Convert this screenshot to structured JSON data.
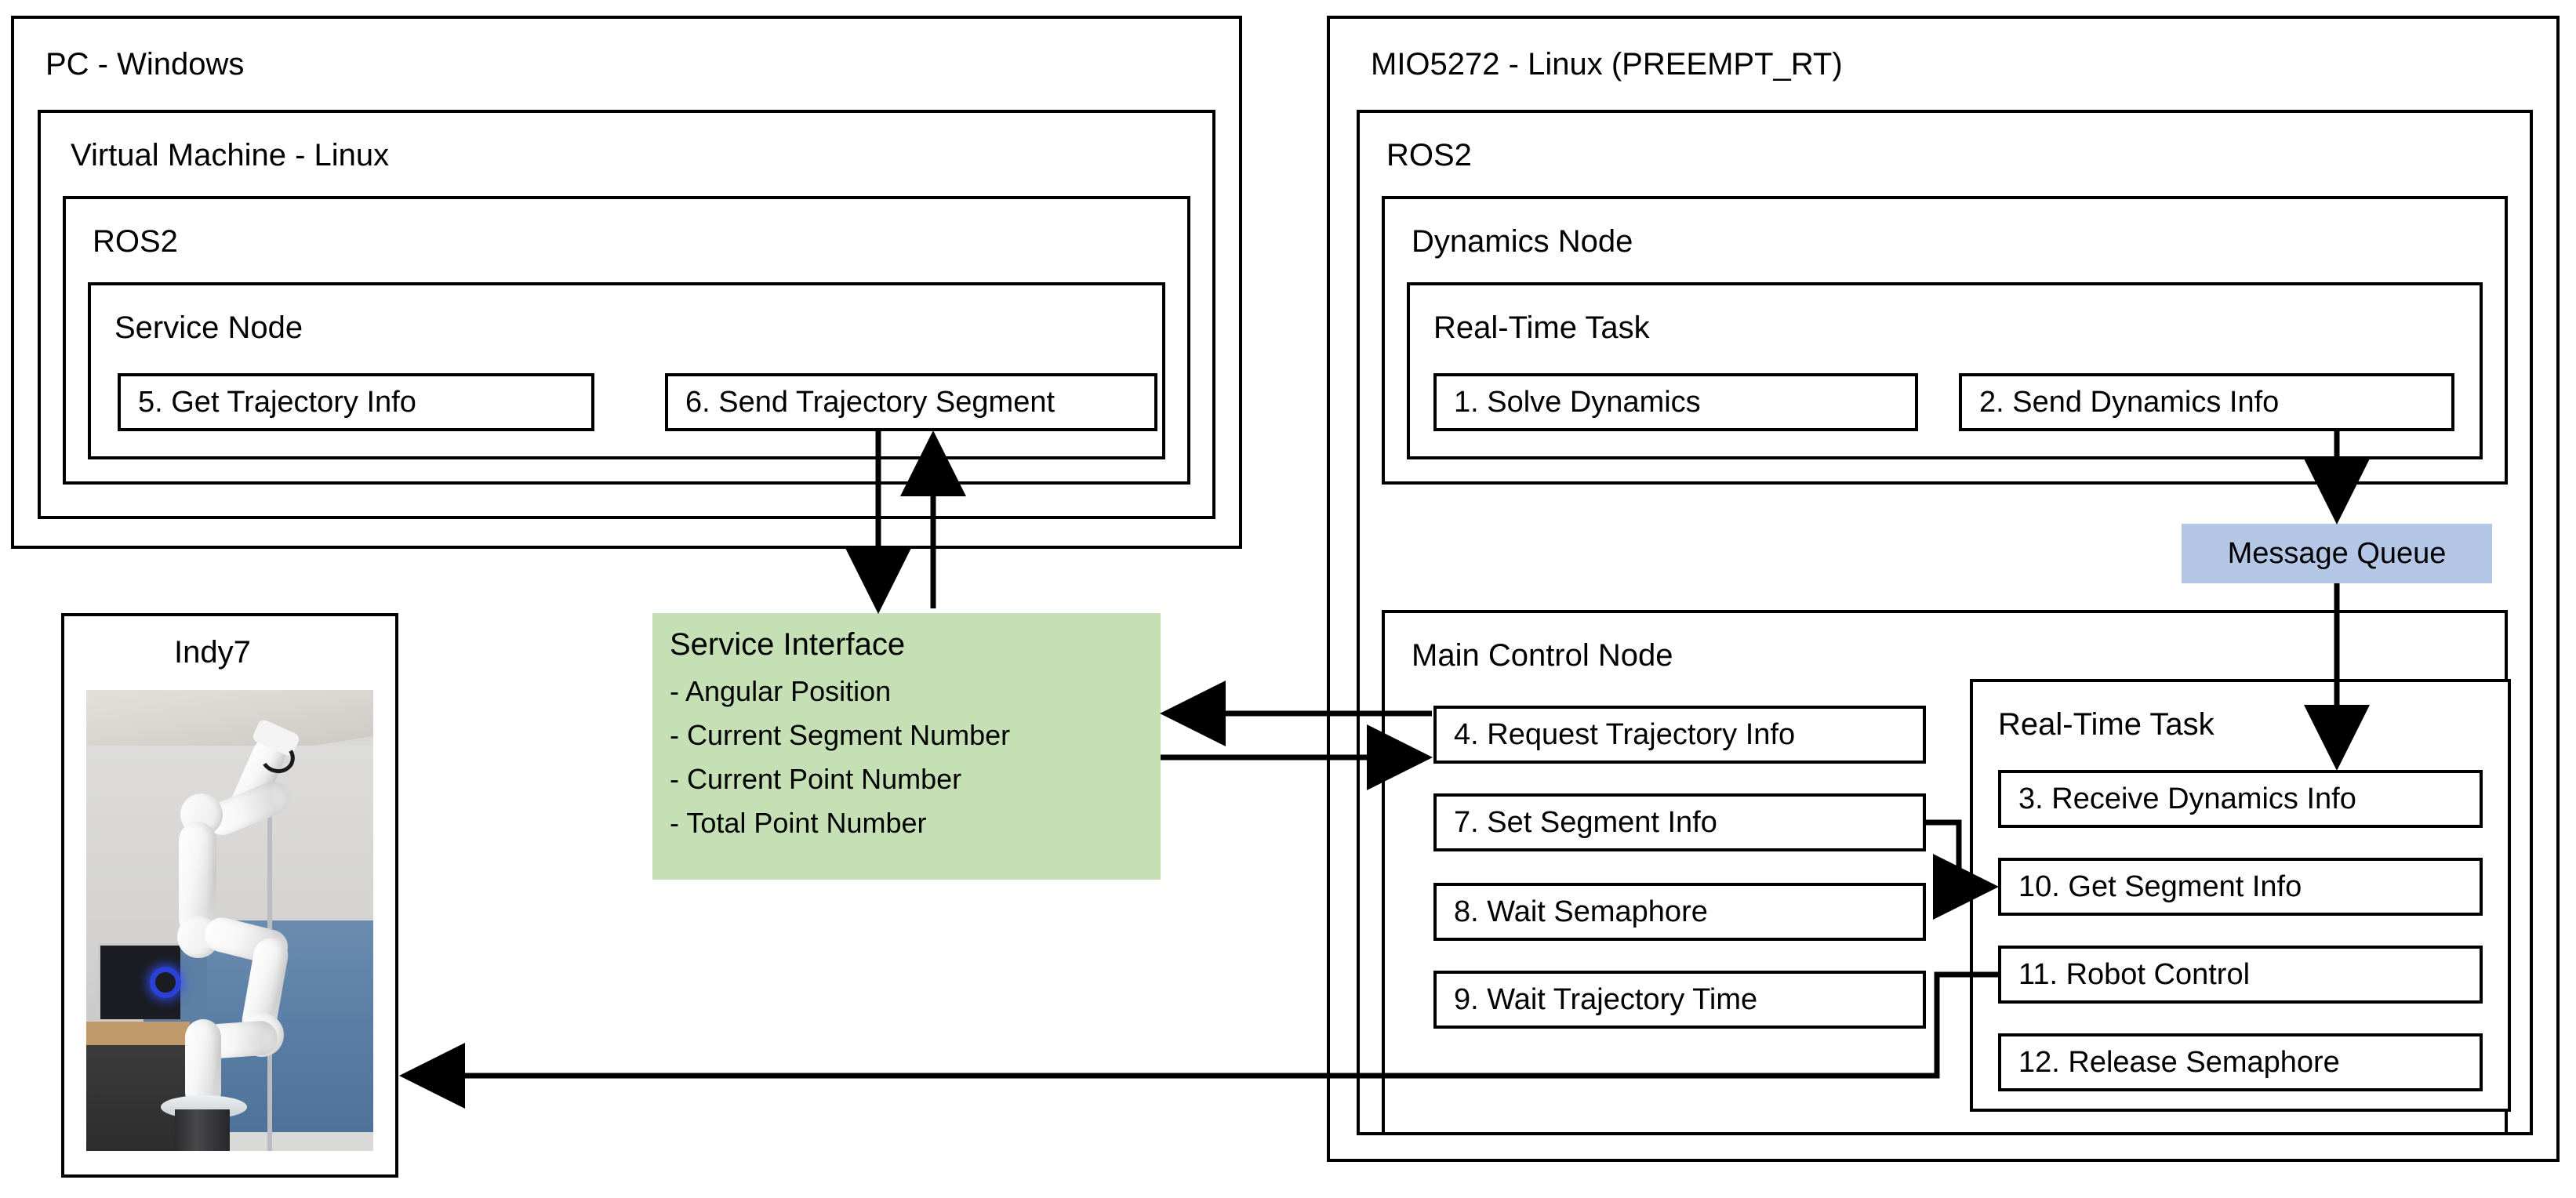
{
  "diagram": {
    "pc_panel": {
      "title": "PC - Windows",
      "vm": {
        "title": "Virtual Machine - Linux",
        "ros2": {
          "title": "ROS2",
          "service_node": {
            "title": "Service Node",
            "tasks": [
              "5. Get Trajectory Info",
              "6. Send Trajectory Segment"
            ]
          }
        }
      }
    },
    "robot_panel": {
      "title": "Indy7",
      "photo_alt": "indy7-robot-photo"
    },
    "service_interface": {
      "title": "Service Interface",
      "items": [
        "- Angular Position",
        "- Current Segment Number",
        "- Current Point Number",
        "- Total Point Number"
      ],
      "color": "#c5e0b4"
    },
    "mio_panel": {
      "title": "MIO5272 - Linux (PREEMPT_RT)",
      "ros2": {
        "title": "ROS2",
        "dynamics_node": {
          "title": "Dynamics Node",
          "rt_task": {
            "title": "Real-Time Task",
            "tasks": [
              "1. Solve Dynamics",
              "2. Send Dynamics Info"
            ]
          }
        },
        "message_queue": {
          "label": "Message Queue",
          "color": "#b4c7e7"
        },
        "main_control_node": {
          "title": "Main Control Node",
          "tasks": [
            "4. Request Trajectory Info",
            "7. Set Segment Info",
            "8. Wait Semaphore",
            "9. Wait Trajectory Time"
          ],
          "rt_task": {
            "title": "Real-Time Task",
            "tasks": [
              "3. Receive Dynamics Info",
              "10. Get Segment Info",
              "11. Robot Control",
              "12. Release Semaphore"
            ]
          }
        }
      }
    }
  }
}
